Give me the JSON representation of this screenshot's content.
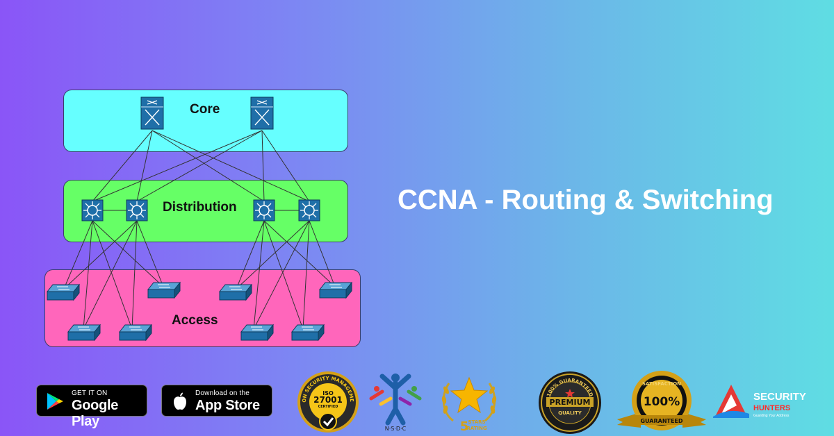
{
  "headline": "CCNA - Routing & Switching",
  "diagram": {
    "layers": [
      {
        "name": "core",
        "label": "Core",
        "color": "#66ffff"
      },
      {
        "name": "distribution",
        "label": "Distribution",
        "color": "#66ff66"
      },
      {
        "name": "access",
        "label": "Access",
        "color": "#ff66bb"
      }
    ]
  },
  "badges": {
    "google_play": {
      "small": "GET IT ON",
      "big": "Google Play"
    },
    "app_store": {
      "small": "Download on the",
      "big": "App Store"
    },
    "iso": {
      "ring": "INFORMATION SECURITY MANAGEMENT SYSTEM",
      "iso": "ISO",
      "number": "27001",
      "certified": "CERTIFIED"
    },
    "nsdc": {
      "label": "N·S·D·C"
    },
    "stars": {
      "count": "5",
      "line1": "STARS",
      "line2": "RATING"
    },
    "premium": {
      "top": "100% GUARANTEED",
      "main": "PREMIUM",
      "bottom": "QUALITY"
    },
    "satisfaction": {
      "top": "SATISFACTION",
      "main": "100%",
      "bottom": "GUARANTEED"
    },
    "brand": {
      "name1": "SECURITY",
      "name2": "HUNTERS",
      "tagline": "Guarding Your Address"
    }
  },
  "colors": {
    "core": "#66ffff",
    "distribution": "#66ff66",
    "access": "#ff66bb",
    "device": "#1f6fa8",
    "gold": "#d4a017"
  }
}
